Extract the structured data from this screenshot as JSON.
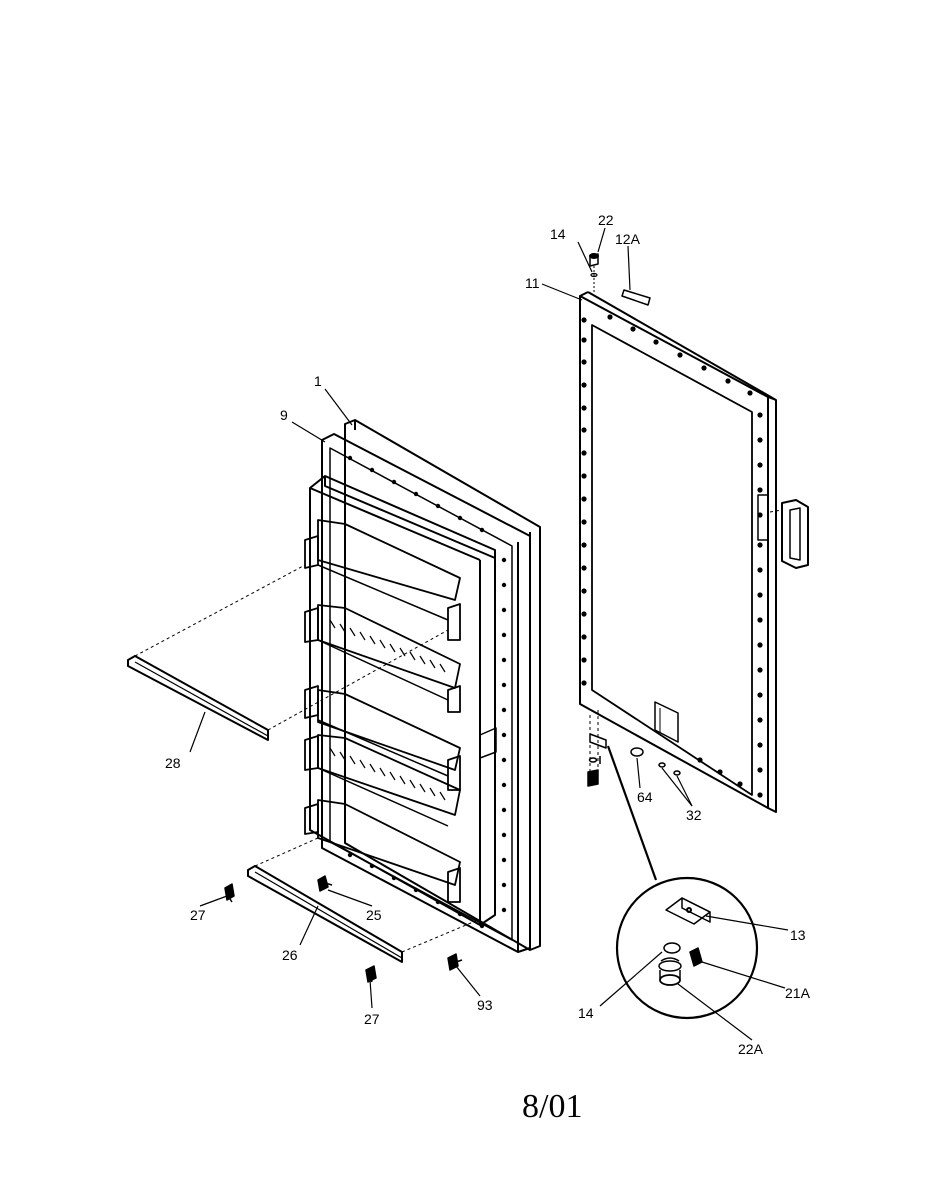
{
  "diagram": {
    "parts": {
      "p1": "1",
      "p9": "9",
      "p11": "11",
      "p12A": "12A",
      "p13": "13",
      "p14_top": "14",
      "p14_detail": "14",
      "p21A": "21A",
      "p22": "22",
      "p22A": "22A",
      "p25": "25",
      "p26": "26",
      "p27_left": "27",
      "p27_bottom": "27",
      "p28": "28",
      "p32": "32",
      "p64": "64",
      "p93": "93"
    }
  },
  "footer": {
    "date": "8/01"
  }
}
